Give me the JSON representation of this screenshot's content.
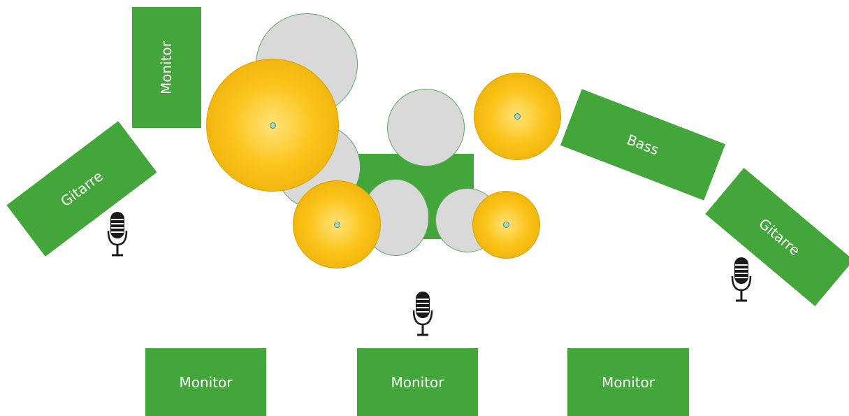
{
  "colors": {
    "gear": "#42a63a",
    "drum": "#d9d9d9",
    "drum_outline": "#5fa85f",
    "cymbal_center": "#ffe27a",
    "cymbal_edge": "#e8a800",
    "mic": "#1a1a1a"
  },
  "labels": {
    "monitor_top": "Monitor",
    "guitar_left": "Gitarre",
    "bass": "Bass",
    "guitar_right": "Gitarre",
    "monitor_bottom_left": "Monitor",
    "monitor_bottom_center": "Monitor",
    "monitor_bottom_right": "Monitor"
  },
  "icons": [
    "microphone-icon",
    "microphone-icon",
    "microphone-icon"
  ]
}
